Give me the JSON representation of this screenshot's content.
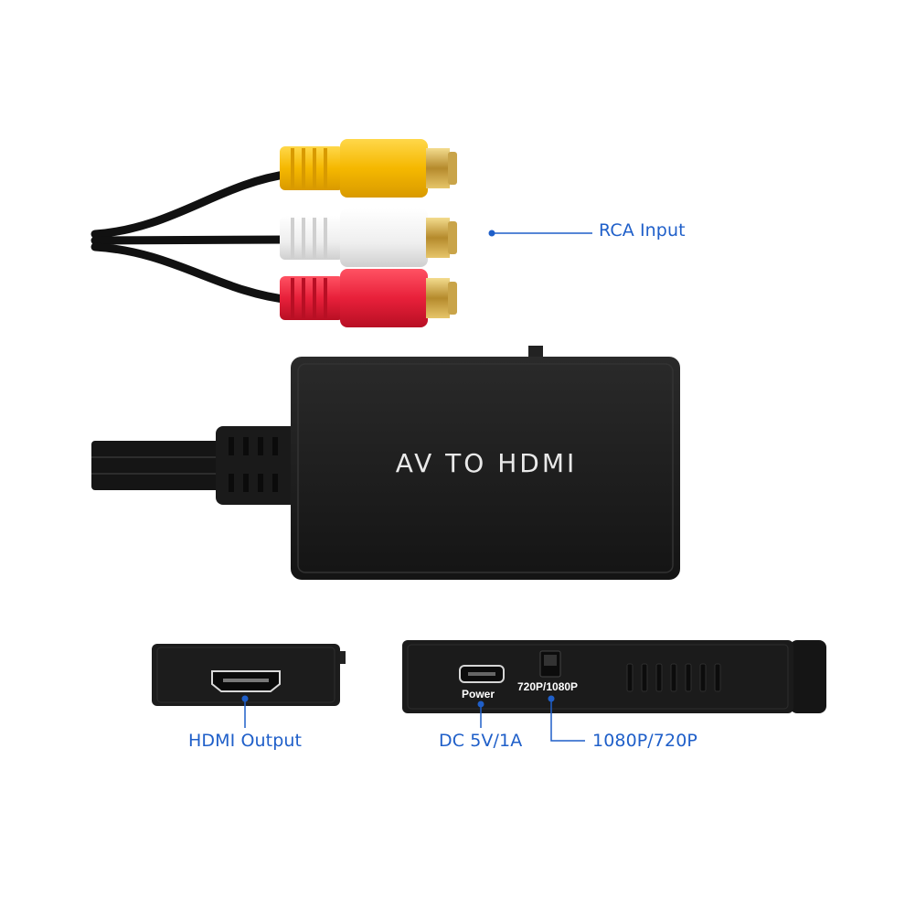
{
  "product": {
    "box_label": "AV TO HDMI",
    "port_labels": {
      "power": "Power",
      "switch": "720P/1080P"
    }
  },
  "callouts": {
    "rca_input": "RCA Input",
    "hdmi_output": "HDMI Output",
    "dc_power": "DC 5V/1A",
    "resolution_switch": "1080P/720P"
  },
  "colors": {
    "callout_blue": "#1f5fc9",
    "rca_yellow": "#f5b800",
    "rca_white": "#f2f2f2",
    "rca_red": "#e8203a",
    "device_black": "#1b1b1b"
  }
}
